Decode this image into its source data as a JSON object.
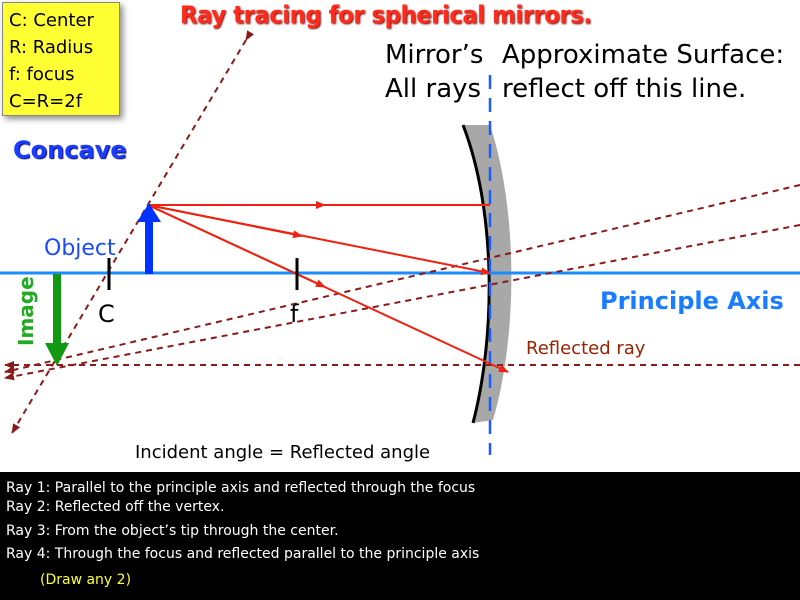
{
  "legend": {
    "lines": [
      "C: Center",
      "R: Radius",
      "f: focus",
      "C=R=2f"
    ]
  },
  "title": "Ray tracing for spherical mirrors.",
  "mirror_note": {
    "col1": [
      "Mirror’s",
      "All rays"
    ],
    "col2": [
      "Approximate Surface:",
      "reflect off this line."
    ]
  },
  "concave_label": "Concave",
  "object_label": "Object",
  "image_label": "Image",
  "center_label": "C",
  "focus_label": "f",
  "axis_label": "Principle Axis",
  "reflected_ray_label": "Reflected ray",
  "angle_note": "Incident angle = Reflected angle",
  "rays": [
    "Ray 1: Parallel to the principle axis and reflected through the focus",
    "Ray 2: Reflected off the vertex.",
    "Ray 3: From the object’s tip through the center.",
    "Ray 4: Through the focus and reflected parallel to the principle axis"
  ],
  "draw_note": "(Draw any 2)",
  "colors": {
    "axis": "#1a8cff",
    "ray": "#ee2211",
    "dashed_ray": "#8b1a1a",
    "object_arrow": "#0033ff",
    "image_arrow": "#119911",
    "mirror": "#a8a8a8",
    "legend_bg": "#ffff33"
  }
}
